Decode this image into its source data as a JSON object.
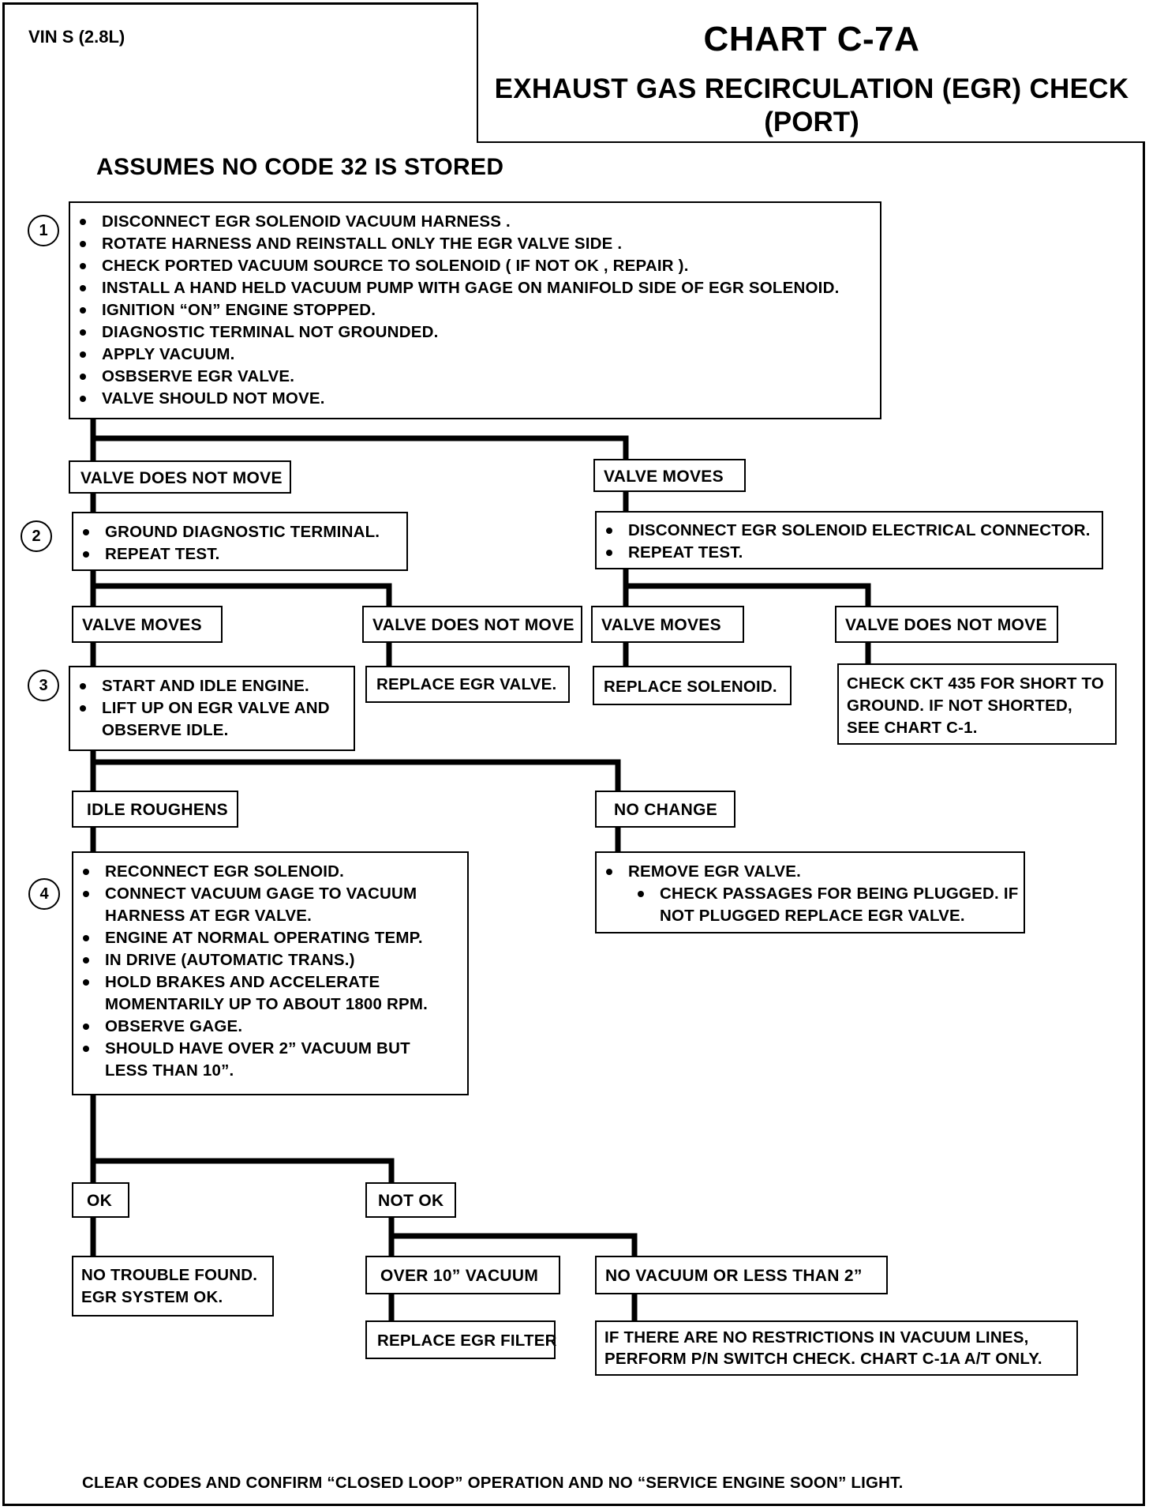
{
  "header": {
    "vin": "VIN S (2.8L)",
    "chart_title": "CHART C-7A",
    "subtitle_line1": "EXHAUST GAS RECIRCULATION (EGR) CHECK",
    "subtitle_line2": "(PORT)"
  },
  "assumption": "ASSUMES NO CODE 32 IS STORED",
  "steps": {
    "s1": "1",
    "s2": "2",
    "s3": "3",
    "s4": "4"
  },
  "step1": [
    "DISCONNECT EGR SOLENOID VACUUM HARNESS .",
    "ROTATE HARNESS AND REINSTALL ONLY THE EGR VALVE SIDE .",
    "CHECK PORTED VACUUM SOURCE TO SOLENOID ( IF NOT OK , REPAIR ).",
    "INSTALL A HAND HELD VACUUM PUMP WITH GAGE ON MANIFOLD SIDE OF EGR SOLENOID.",
    "IGNITION “ON” ENGINE STOPPED.",
    "DIAGNOSTIC TERMINAL NOT GROUNDED.",
    "APPLY VACUUM.",
    "OSBSERVE EGR VALVE.",
    "VALVE SHOULD NOT MOVE."
  ],
  "branch1": {
    "left": "VALVE DOES NOT MOVE",
    "right": "VALVE  MOVES"
  },
  "step2_left": [
    "GROUND DIAGNOSTIC TERMINAL.",
    "REPEAT TEST."
  ],
  "step2_right": [
    "DISCONNECT EGR SOLENOID ELECTRICAL CONNECTOR.",
    "REPEAT TEST."
  ],
  "branch2": {
    "a": "VALVE  MOVES",
    "b": "VALVE DOES NOT MOVE",
    "c": "VALVE  MOVES",
    "d": "VALVE DOES NOT MOVE"
  },
  "step3": {
    "line1": "START AND IDLE ENGINE.",
    "line2": "LIFT UP ON EGR VALVE  AND",
    "line3": "OBSERVE IDLE."
  },
  "results2": {
    "replace_valve": "REPLACE EGR VALVE.",
    "replace_solenoid": "REPLACE  SOLENOID.",
    "check_ckt_1": "CHECK CKT 435 FOR SHORT TO",
    "check_ckt_2": "GROUND.  IF NOT SHORTED,",
    "check_ckt_3": "SEE CHART C-1."
  },
  "branch3": {
    "left": "IDLE ROUGHENS",
    "right": "NO CHANGE"
  },
  "step4": {
    "l1": "RECONNECT EGR SOLENOID.",
    "l2": "CONNECT VACUUM GAGE TO VACUUM",
    "l2b": "HARNESS AT EGR VALVE.",
    "l3": "ENGINE AT NORMAL OPERATING TEMP.",
    "l4": "IN DRIVE (AUTOMATIC TRANS.)",
    "l5": "HOLD BRAKES AND ACCELERATE",
    "l5b": "MOMENTARILY UP TO ABOUT 1800 RPM.",
    "l6": "OBSERVE GAGE.",
    "l7": "SHOULD HAVE OVER 2” VACUUM BUT",
    "l7b": "LESS THAN 10”."
  },
  "no_change_box": {
    "l1": "REMOVE EGR VALVE.",
    "l2": "CHECK PASSAGES FOR BEING PLUGGED.  IF",
    "l2b": "NOT PLUGGED REPLACE EGR VALVE."
  },
  "branch4": {
    "ok": "OK",
    "not_ok": "NOT OK"
  },
  "ok_result": {
    "l1": "NO TROUBLE FOUND.",
    "l2": "EGR SYSTEM OK."
  },
  "branch5": {
    "over10": "OVER  10” VACUUM",
    "under2": "NO VACUUM OR LESS THAN 2”"
  },
  "results5": {
    "replace_filter": "REPLACE EGR FILTER",
    "pn_1": "IF THERE ARE NO RESTRICTIONS IN VACUUM LINES,",
    "pn_2": "PERFORM P/N SWITCH CHECK.  CHART C-1A A/T ONLY."
  },
  "footer": "CLEAR CODES AND CONFIRM “CLOSED LOOP” OPERATION AND NO “SERVICE ENGINE SOON” LIGHT."
}
